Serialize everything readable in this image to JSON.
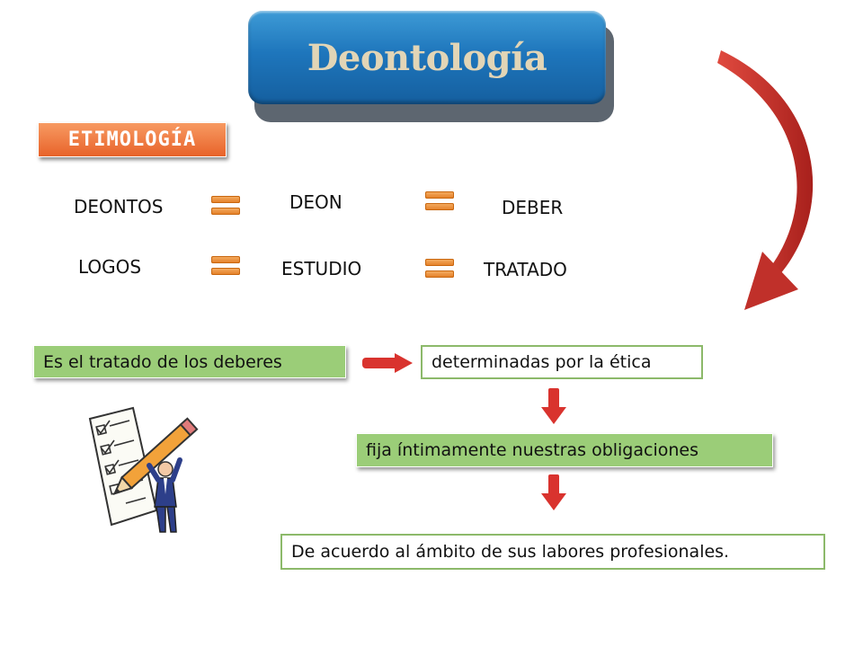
{
  "title": "Deontología",
  "section_label": "ETIMOLOGÍA",
  "etymology": {
    "row1": [
      "DEONTOS",
      "DEON",
      "DEBER"
    ],
    "row2": [
      "LOGOS",
      "ESTUDIO",
      "TRATADO"
    ]
  },
  "flow": {
    "definition": "Es el tratado de los deberes",
    "step1": "determinadas por la ética",
    "step2": "fija íntimamente nuestras obligaciones",
    "step3": "De acuerdo al ámbito de sus labores profesionales."
  },
  "icons": [
    "equals-icon",
    "arrow-right-icon",
    "arrow-down-icon",
    "curved-arrow-icon",
    "checklist-pencil-clipart"
  ],
  "colors": {
    "title_blue": "#1e76bc",
    "title_text": "#e2d5b6",
    "orange": "#e8632a",
    "green": "#9bcd78",
    "red_arrow": "#d9332e"
  }
}
